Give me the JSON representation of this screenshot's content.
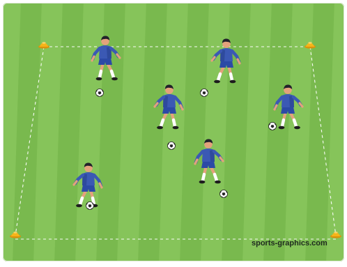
{
  "watermark": "sports-graphics.com",
  "colors": {
    "grass_light": "#86c45a",
    "grass_dark": "#6fb145",
    "border_line": "#ffffff",
    "cone": "#f6b419",
    "jersey": "#3b59b4",
    "jersey_shadow": "#253e8a",
    "skin": "#e3a27c",
    "hair": "#22222a",
    "sock": "#ffffff",
    "shoe": "#1d1d1d",
    "ball": "#ffffff"
  },
  "scene": {
    "cone_count": 4,
    "player_count": 6,
    "ball_count": 6,
    "boundary_style": "dashed-white"
  }
}
